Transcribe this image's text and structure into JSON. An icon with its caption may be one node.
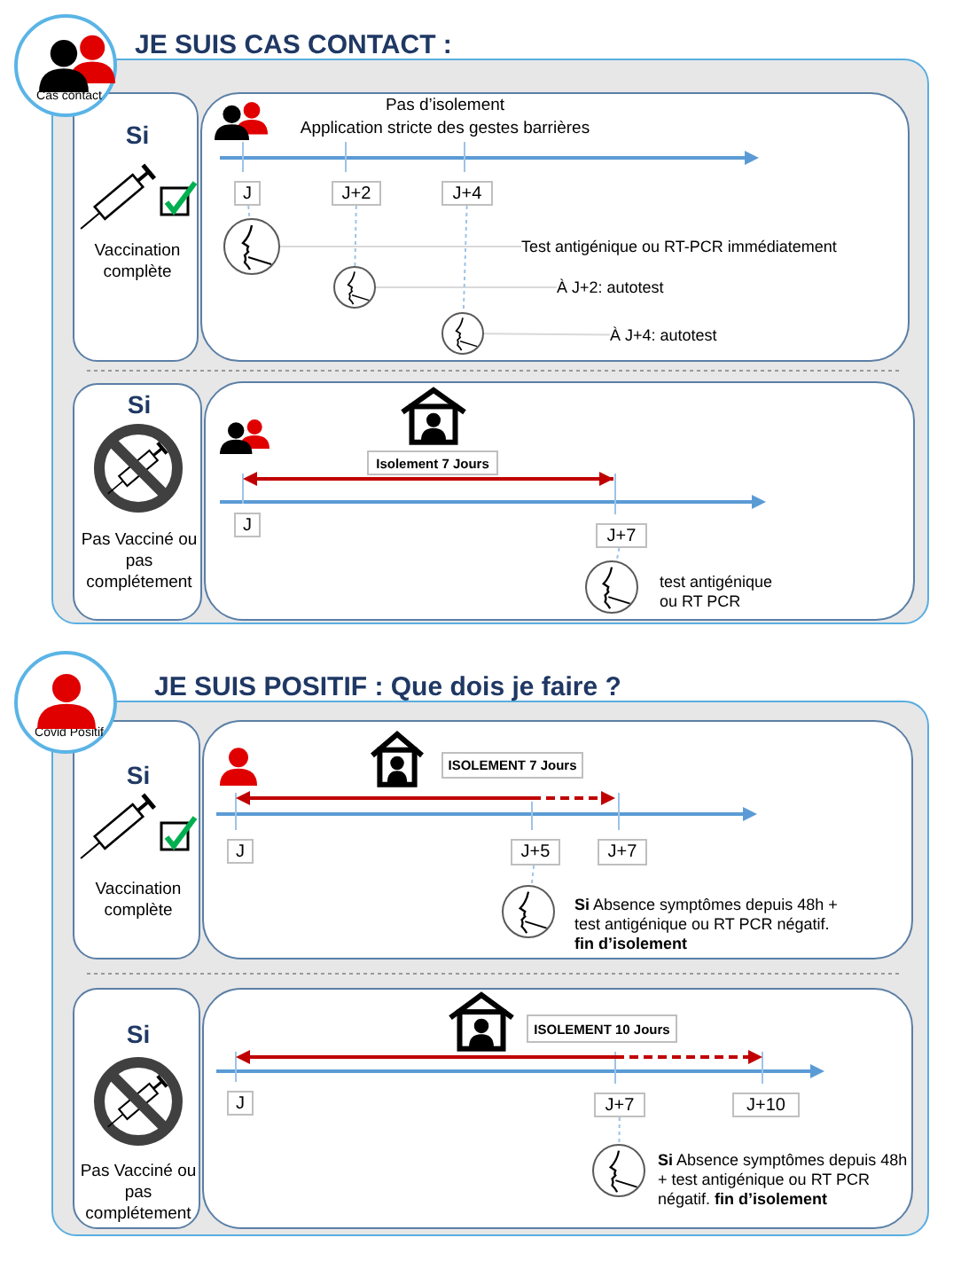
{
  "diagram": {
    "nodes": [
      {
        "text": [
          "JE SUIS CAS CONTACT :"
        ]
      },
      {
        "text": [
          "Cas contact"
        ]
      },
      {
        "text": [
          "Si",
          "Vaccination complète"
        ],
        "in": 0
      },
      {
        "text": [
          "Pas d’isolement",
          "Application stricte des gestes barrières"
        ],
        "in": 0
      },
      {
        "text": [
          "J"
        ],
        "in": 3
      },
      {
        "text": [
          "J+2"
        ],
        "in": 3
      },
      {
        "text": [
          "J+4"
        ],
        "in": 3
      },
      {
        "text": [],
        "shape": "circle",
        "in": 3
      },
      {
        "text": [
          "Test antigénique ou RT-PCR immédiatement"
        ],
        "in": 3
      },
      {
        "text": [],
        "shape": "circle",
        "in": 3
      },
      {
        "text": [
          "À J+2: autotest"
        ],
        "in": 3
      },
      {
        "text": [],
        "shape": "circle",
        "in": 3
      },
      {
        "text": [
          "À J+4: autotest"
        ],
        "in": 3
      },
      {
        "text": [
          "Si",
          "Pas Vacciné ou pas complétement"
        ],
        "in": 0
      },
      {
        "text": [],
        "shape": "box",
        "in": 0
      },
      {
        "text": [
          "Isolement 7 Jours"
        ],
        "in": 14
      },
      {
        "text": [
          "J"
        ],
        "in": 14
      },
      {
        "text": [
          "J+7"
        ],
        "in": 14
      },
      {
        "text": [],
        "shape": "circle",
        "in": 14,
        "beside": [
          "test antigénique ou RT PCR"
        ]
      },
      {
        "text": [
          "JE SUIS POSITIF : Que dois je faire ?"
        ]
      },
      {
        "text": [
          "Covid Positif"
        ]
      },
      {
        "text": [
          "Si",
          "Vaccination complète"
        ],
        "in": 19
      },
      {
        "text": [],
        "shape": "box",
        "in": 19
      },
      {
        "text": [
          "ISOLEMENT 7 Jours"
        ],
        "in": 22
      },
      {
        "text": [
          "J"
        ],
        "in": 22
      },
      {
        "text": [
          "J+5"
        ],
        "in": 22
      },
      {
        "text": [
          "J+7"
        ],
        "in": 22
      },
      {
        "text": [],
        "shape": "circle",
        "in": 22,
        "beside": [
          "**Si** Absence symptômes depuis 48h + test antigénique ou RT PCR négatif. **fin d’isolement**"
        ]
      },
      {
        "text": [
          "Si",
          "Pas Vacciné ou pas complétement"
        ],
        "in": 19
      },
      {
        "text": [],
        "shape": "box",
        "in": 19
      },
      {
        "text": [
          "ISOLEMENT 10 Jours"
        ],
        "in": 29
      },
      {
        "text": [
          "J"
        ],
        "in": 29
      },
      {
        "text": [
          "J+7"
        ],
        "in": 29
      },
      {
        "text": [
          "J+10"
        ],
        "in": 29
      },
      {
        "text": [],
        "shape": "circle",
        "in": 29,
        "beside": [
          "**Si** Absence symptômes depuis 48h + test antigénique ou RT PCR négatif. **fin d’isolement**"
        ]
      }
    ],
    "edges": [
      {
        "from": 4,
        "to": 7,
        "arrow": "none",
        "style": "dashed"
      },
      {
        "from": 7,
        "to": 8,
        "arrow": "none",
        "color": "#d9d9d9"
      },
      {
        "from": 5,
        "to": 9,
        "arrow": "none",
        "style": "dashed"
      },
      {
        "from": 9,
        "to": 10,
        "arrow": "none",
        "color": "#d9d9d9"
      },
      {
        "from": 6,
        "to": 11,
        "arrow": "none",
        "style": "dashed"
      },
      {
        "from": 11,
        "to": 12,
        "arrow": "none",
        "color": "#d9d9d9"
      },
      {
        "from": 17,
        "to": 18,
        "arrow": "none",
        "style": "dashed"
      },
      {
        "from": 25,
        "to": 27,
        "arrow": "none",
        "style": "dashed"
      },
      {
        "from": 32,
        "to": 34,
        "arrow": "none",
        "style": "dashed"
      }
    ]
  }
}
